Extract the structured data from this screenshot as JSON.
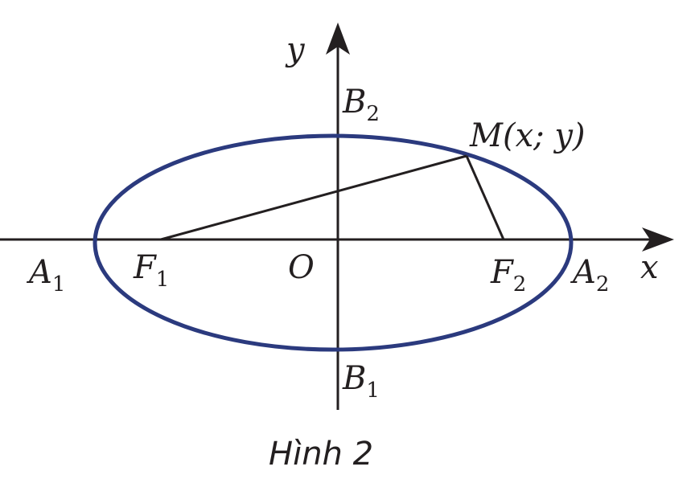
{
  "colors": {
    "ellipse": "#2b3a7e",
    "axes": "#231f20",
    "segments": "#231f20",
    "text": "#231f20"
  },
  "axes": {
    "x_label": "x",
    "y_label": "y",
    "origin_label": "O"
  },
  "points": {
    "A1": {
      "letter": "A",
      "sub": "1"
    },
    "A2": {
      "letter": "A",
      "sub": "2"
    },
    "B1": {
      "letter": "B",
      "sub": "1"
    },
    "B2": {
      "letter": "B",
      "sub": "2"
    },
    "F1": {
      "letter": "F",
      "sub": "1"
    },
    "F2": {
      "letter": "F",
      "sub": "2"
    },
    "M": {
      "label": "M(x; y)"
    }
  },
  "caption": "Hình 2"
}
